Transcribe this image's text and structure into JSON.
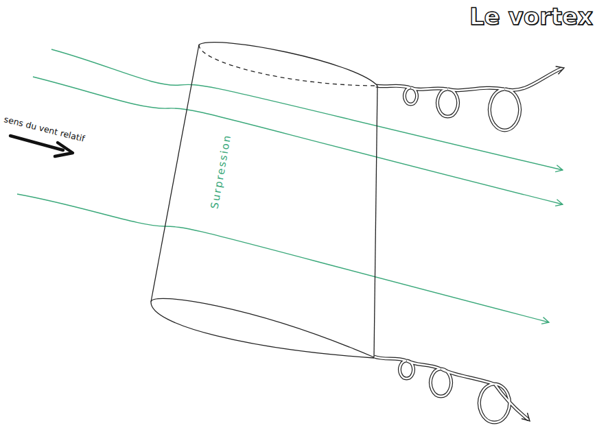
{
  "diagram": {
    "title": "Le vortex",
    "nodes": [
      {
        "text": [
          "Surpression"
        ]
      }
    ],
    "labels": [
      "sens du vent relatif"
    ]
  }
}
